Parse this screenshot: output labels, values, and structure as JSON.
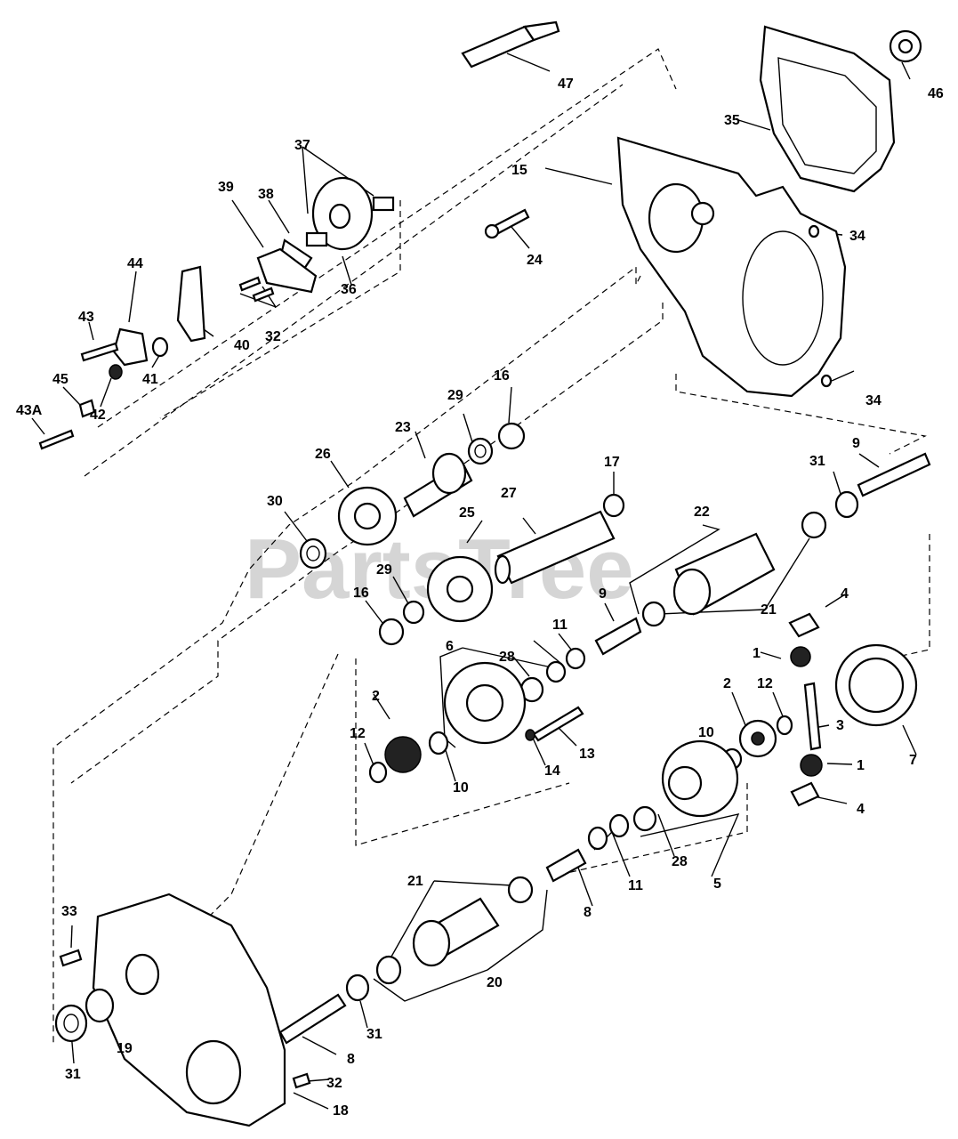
{
  "watermark": "PartsTree",
  "callouts": {
    "c1a": "1",
    "c1b": "1",
    "c2a": "2",
    "c2b": "2",
    "c3": "3",
    "c4a": "4",
    "c4b": "4",
    "c5": "5",
    "c6": "6",
    "c7": "7",
    "c8a": "8",
    "c8b": "8",
    "c9a": "9",
    "c9b": "9",
    "c10a": "10",
    "c10b": "10",
    "c11a": "11",
    "c11b": "11",
    "c12a": "12",
    "c12b": "12",
    "c13": "13",
    "c14": "14",
    "c15": "15",
    "c16a": "16",
    "c16b": "16",
    "c17": "17",
    "c18": "18",
    "c19": "19",
    "c20": "20",
    "c21a": "21",
    "c21b": "21",
    "c22": "22",
    "c23": "23",
    "c24": "24",
    "c25": "25",
    "c26": "26",
    "c27": "27",
    "c28a": "28",
    "c28b": "28",
    "c29a": "29",
    "c29b": "29",
    "c30": "30",
    "c31a": "31",
    "c31b": "31",
    "c31c": "31",
    "c32a": "32",
    "c32b": "32",
    "c33": "33",
    "c34a": "34",
    "c34b": "34",
    "c35": "35",
    "c36": "36",
    "c37": "37",
    "c38": "38",
    "c39": "39",
    "c40": "40",
    "c41": "41",
    "c42": "42",
    "c43": "43",
    "c43a": "43A",
    "c44": "44",
    "c45": "45",
    "c46": "46",
    "c47": "47"
  }
}
